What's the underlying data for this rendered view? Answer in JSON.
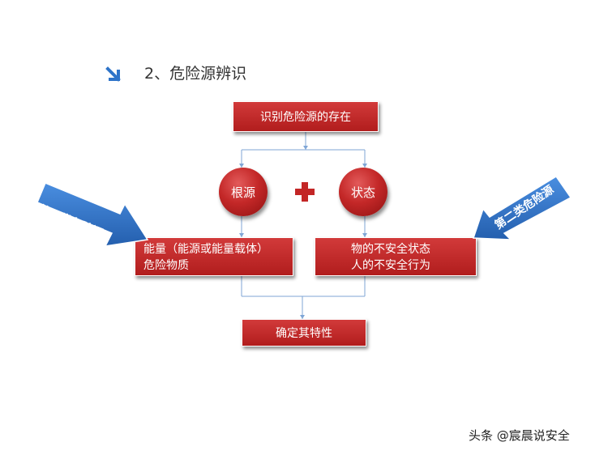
{
  "heading": {
    "text": "2、危险源辨识",
    "arrow_color": "#2e74c9"
  },
  "top_box": {
    "label": "识别危险源的存在"
  },
  "circles": {
    "left_label": "根源",
    "right_label": "状态"
  },
  "left_box": {
    "line1": "能量（能源或能量载体）",
    "line2": "危险物质"
  },
  "right_box": {
    "line1": "物的不安全状态",
    "line2": "人的不安全行为"
  },
  "bottom_box": {
    "label": "确定其特性"
  },
  "arrows": {
    "left_label": "第一类危险源",
    "right_label": "第二类危险源",
    "color": "#2f6fc4"
  },
  "watermark": {
    "text": "头条 @宸晨说安全"
  },
  "colors": {
    "box_red": "#c32626",
    "connector": "#7fa6d6",
    "plus": "#c32626"
  }
}
